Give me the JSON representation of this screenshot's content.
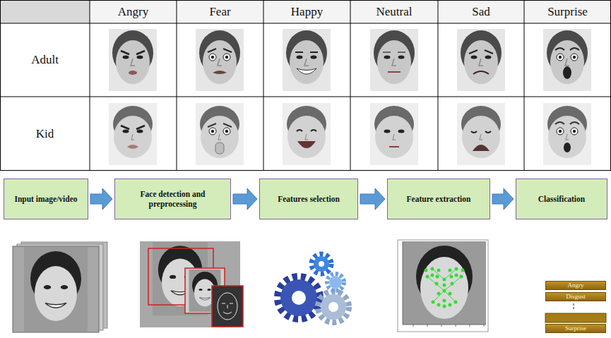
{
  "diagram": {
    "nodes": [
      {
        "text": [
          "Input image/video"
        ]
      },
      {
        "text": [
          "Face detection and preprocessing"
        ]
      },
      {
        "text": [
          "Features selection"
        ]
      },
      {
        "text": [
          "Feature extraction"
        ]
      },
      {
        "text": [
          "Classification"
        ]
      },
      {
        "text": [
          "Angry"
        ]
      },
      {
        "text": [
          "Disgust"
        ]
      },
      {
        "text": [
          "Surprise"
        ]
      }
    ],
    "edges": [
      {
        "from": 0,
        "to": 1,
        "arrow": "to"
      },
      {
        "from": 1,
        "to": 2,
        "arrow": "to"
      },
      {
        "from": 2,
        "to": 3,
        "arrow": "to"
      },
      {
        "from": 3,
        "to": 4,
        "arrow": "to"
      }
    ],
    "labels": [
      "Angry",
      "Fear",
      "Happy",
      "Neutral",
      "Sad",
      "Surprise",
      "Adult",
      "Kid"
    ]
  }
}
